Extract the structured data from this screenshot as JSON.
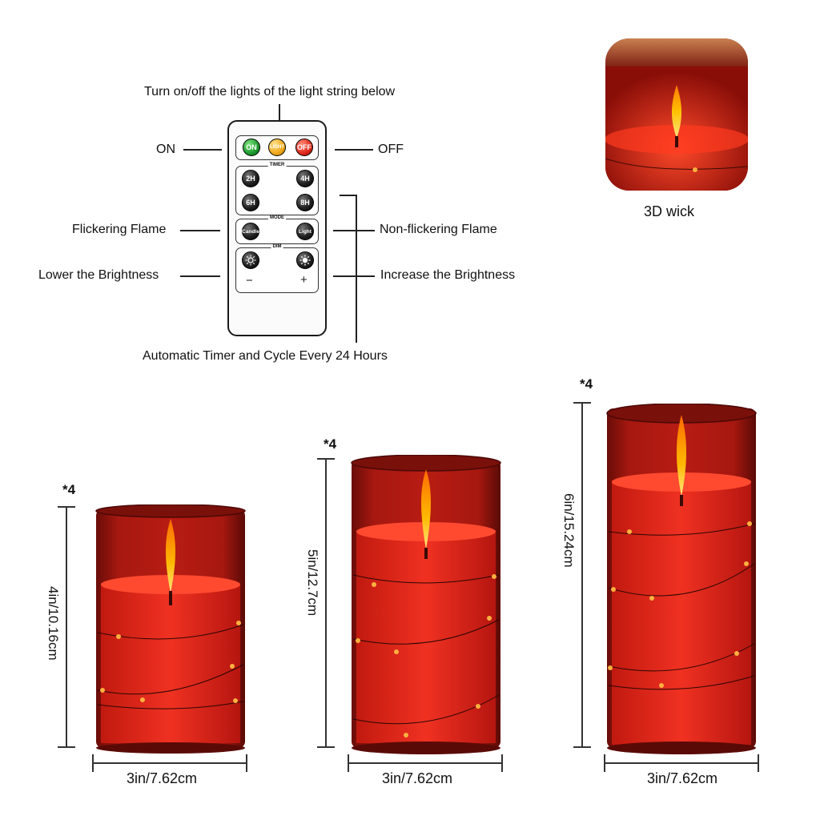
{
  "remote": {
    "top_caption": "Turn on/off the lights of the light string below",
    "bottom_caption": "Automatic Timer and Cycle Every 24 Hours",
    "labels": {
      "on": "ON",
      "off": "OFF",
      "flicker": "Flickering Flame",
      "nonflicker": "Non-flickering Flame",
      "lower": "Lower the Brightness",
      "increase": "Increase the Brightness"
    },
    "buttons": {
      "on": "ON",
      "light_btn": "LIGHT",
      "off": "OFF",
      "t2": "2H",
      "t4": "4H",
      "t6": "6H",
      "t8": "8H",
      "candle": "Candle",
      "light": "Light",
      "minus": "−",
      "plus": "+"
    },
    "groups": {
      "timer": "TIMER",
      "mode": "MODE",
      "dim": "DIM"
    }
  },
  "inset": {
    "caption": "3D wick"
  },
  "candles": [
    {
      "qty": "*4",
      "height": "4in/10.16cm",
      "width": "3in/7.62cm"
    },
    {
      "qty": "*4",
      "height": "5in/12.7cm",
      "width": "3in/7.62cm"
    },
    {
      "qty": "*4",
      "height": "6in/15.24cm",
      "width": "3in/7.62cm"
    }
  ],
  "colors": {
    "wax": "#e8261a",
    "glass": "#8a1410",
    "flame": "#ffb000",
    "led": "#ff7a10"
  }
}
